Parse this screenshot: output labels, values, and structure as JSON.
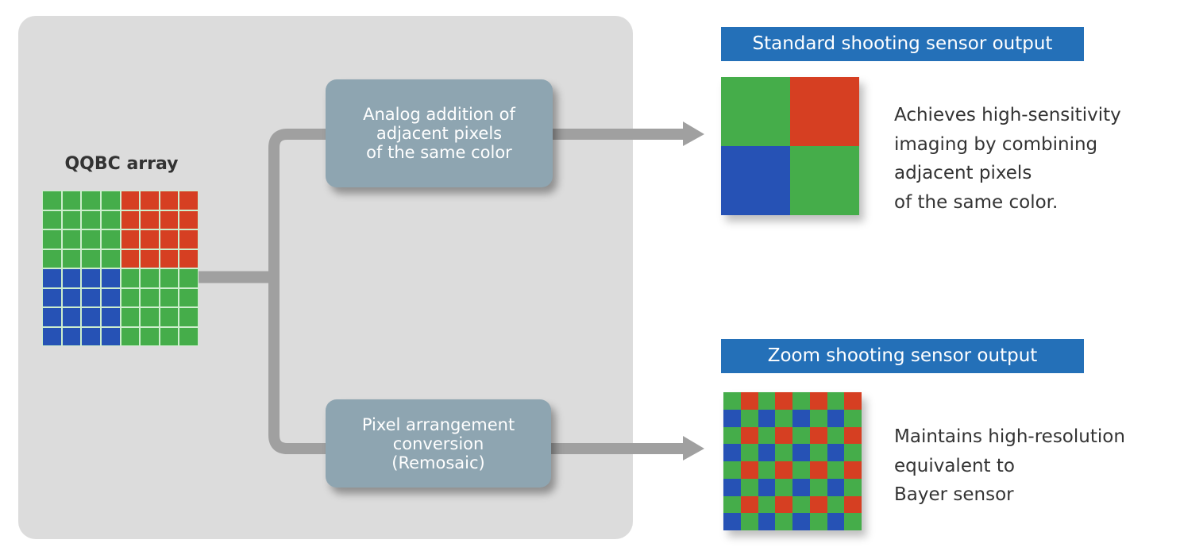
{
  "colors": {
    "green": "#45ad4a",
    "red": "#d63f22",
    "blue": "#2652b5",
    "panel": "#dcdcdc",
    "process_box": "#8ea5b1",
    "header": "#2470b8",
    "connector": "#a0a0a0"
  },
  "input": {
    "title": "QQBC array",
    "grid_size": 8,
    "quadrants": [
      [
        "G",
        "R"
      ],
      [
        "B",
        "G"
      ]
    ]
  },
  "processes": [
    {
      "label_lines": [
        "Analog addition of",
        "adjacent pixels",
        "of the same color"
      ]
    },
    {
      "label_lines": [
        "Pixel arrangement",
        "conversion",
        "(Remosaic)"
      ]
    }
  ],
  "outputs": [
    {
      "header": "Standard shooting sensor output",
      "pattern": [
        [
          "G",
          "R"
        ],
        [
          "B",
          "G"
        ]
      ],
      "description_lines": [
        "Achieves high-sensitivity",
        "imaging by combining",
        "adjacent pixels",
        "of the same color."
      ]
    },
    {
      "header": "Zoom shooting sensor output",
      "pattern_unit": [
        [
          "G",
          "R"
        ],
        [
          "B",
          "G"
        ]
      ],
      "grid_size": 8,
      "description_lines": [
        "Maintains high-resolution",
        "equivalent to",
        "Bayer sensor"
      ]
    }
  ]
}
